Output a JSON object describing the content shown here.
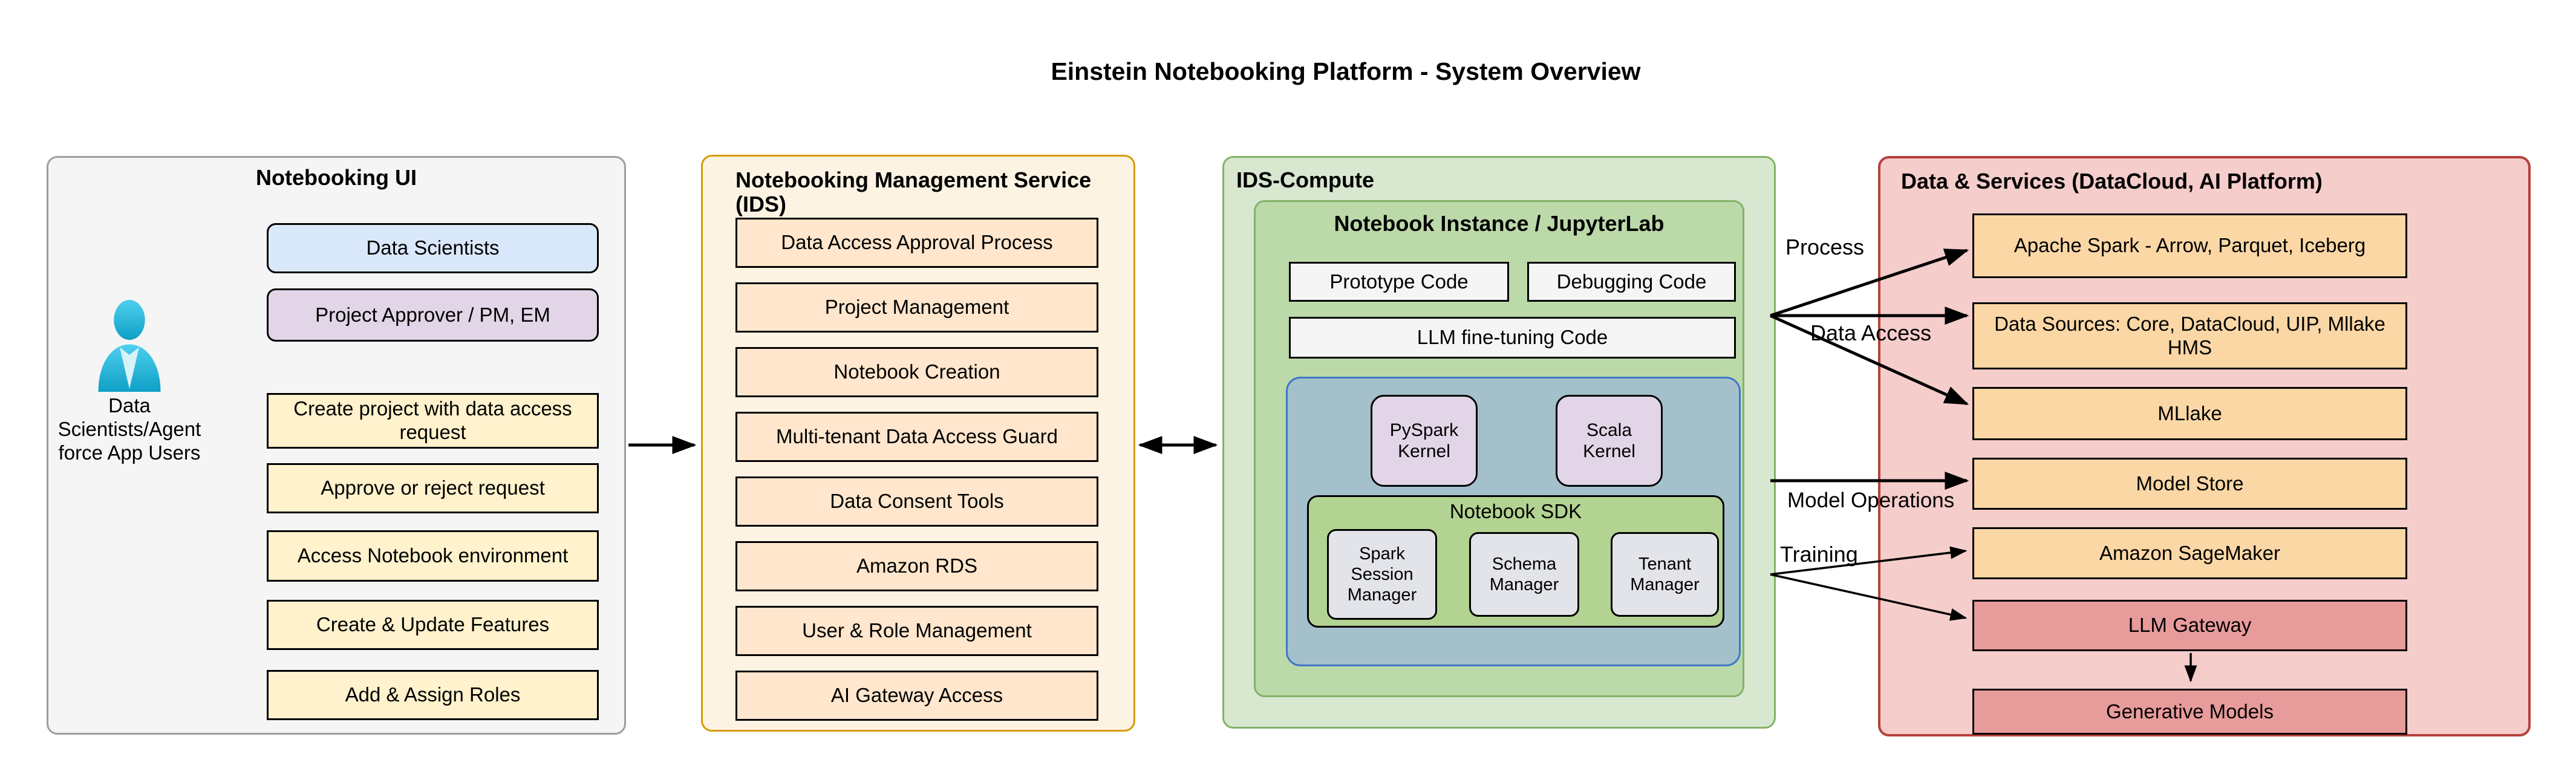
{
  "title": "Einstein Notebooking Platform - System Overview",
  "sections": {
    "ui": {
      "title": "Notebooking UI",
      "actors": [
        "Data Scientists",
        "Project Approver / PM, EM"
      ],
      "persona_label": "Data\nScientists/Agent\nforce App Users",
      "tasks": [
        "Create project with data access request",
        "Approve or reject request",
        "Access Notebook environment",
        "Create & Update Features",
        "Add & Assign Roles"
      ]
    },
    "ids": {
      "title": "Notebooking Management Service\n(IDS)",
      "components": [
        "Data Access Approval Process",
        "Project Management",
        "Notebook Creation",
        "Multi-tenant Data Access Guard",
        "Data Consent Tools",
        "Amazon RDS",
        "User & Role Management",
        "AI Gateway Access"
      ]
    },
    "compute": {
      "title": "IDS-Compute",
      "instance": {
        "title": "Notebook Instance / JupyterLab",
        "code_blocks": [
          "Prototype Code",
          "Debugging Code",
          "LLM fine-tuning Code"
        ],
        "kernels": [
          "PySpark Kernel",
          "Scala Kernel"
        ],
        "sdk": {
          "title": "Notebook SDK",
          "managers": [
            "Spark Session Manager",
            "Schema Manager",
            "Tenant Manager"
          ]
        }
      }
    },
    "data_services": {
      "title": "Data & Services (DataCloud, AI Platform)",
      "services": [
        "Apache Spark - Arrow, Parquet, Iceberg",
        "Data Sources: Core, DataCloud, UIP, Mllake HMS",
        "MLlake",
        "Model Store",
        "Amazon SageMaker",
        "LLM Gateway",
        "Generative Models"
      ]
    }
  },
  "flows": {
    "process": "Process",
    "data_access": "Data Access",
    "model_operations": "Model Operations",
    "training": "Training"
  },
  "icons": {
    "persona": "person-icon"
  },
  "colors": {
    "actor_blue": "#dae8fc",
    "actor_purple": "#e1d5e7",
    "task_yellow": "#fff2cc",
    "ids_border": "#d79b00",
    "ids_box": "#ffe6cc",
    "compute_border": "#82b366",
    "runtime_blue": "#a4c1cb",
    "runtime_border": "#3d78c9",
    "sdk_green": "#b2d391",
    "services_border": "#b5413c",
    "service_orange": "#fad7a5",
    "service_red": "#e89b9b",
    "persona_cyan": "#29b6dc"
  }
}
